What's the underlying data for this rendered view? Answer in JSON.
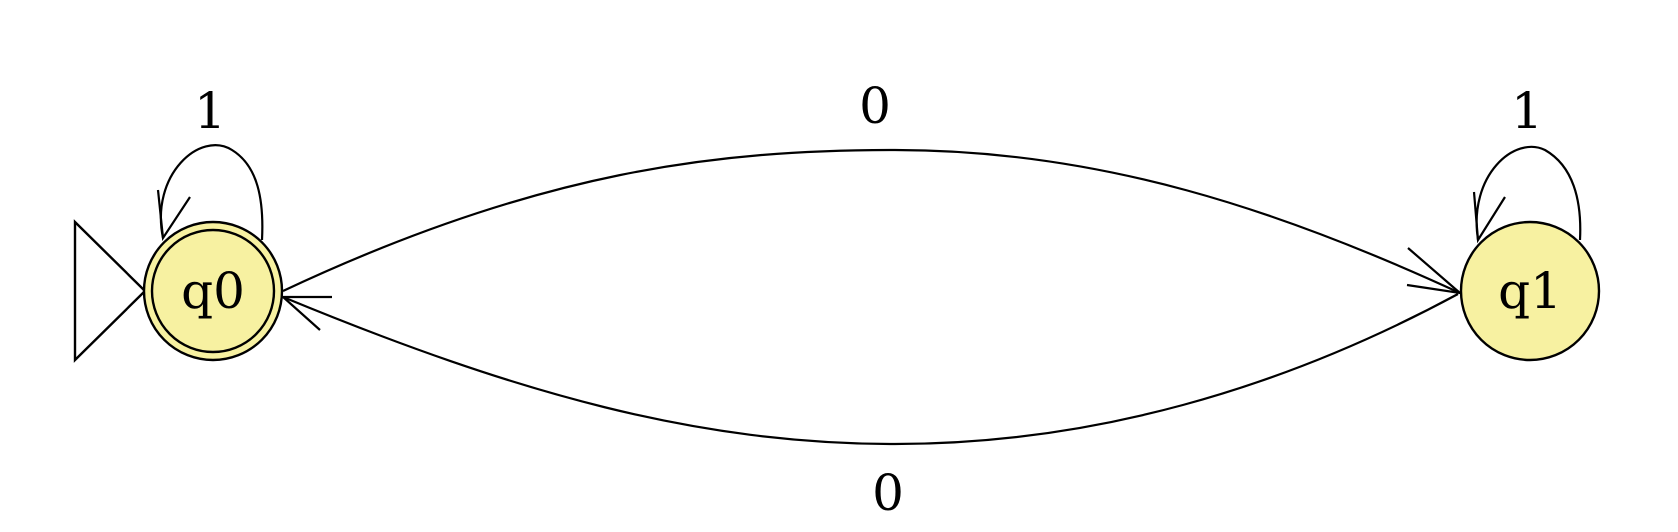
{
  "automaton": {
    "states": [
      {
        "id": "q0",
        "label": "q0",
        "initial": true,
        "accepting": true
      },
      {
        "id": "q1",
        "label": "q1",
        "initial": false,
        "accepting": false
      }
    ],
    "transitions": [
      {
        "from": "q0",
        "to": "q0",
        "label": "1"
      },
      {
        "from": "q0",
        "to": "q1",
        "label": "0"
      },
      {
        "from": "q1",
        "to": "q0",
        "label": "0"
      },
      {
        "from": "q1",
        "to": "q1",
        "label": "1"
      }
    ]
  },
  "colors": {
    "state_fill": "#f7f1a1",
    "stroke": "#000000",
    "background": "#ffffff"
  }
}
